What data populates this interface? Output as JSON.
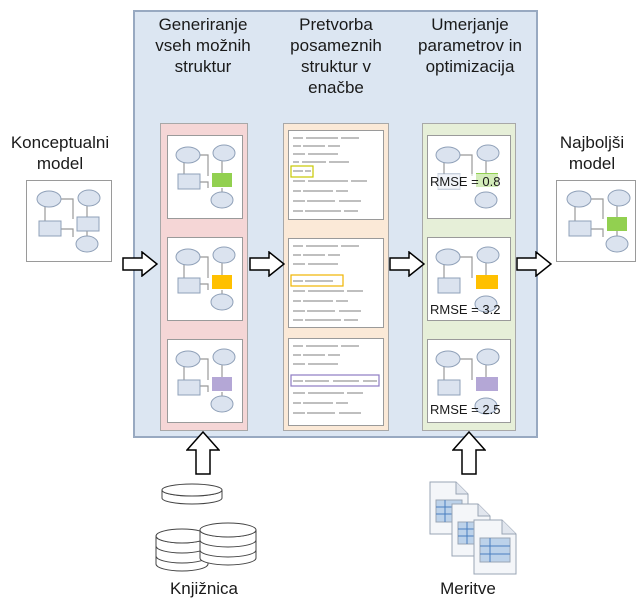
{
  "left": {
    "label_line1": "Konceptualni",
    "label_line2": "model"
  },
  "right": {
    "label_line1": "Najboljši",
    "label_line2": "model"
  },
  "columns": [
    {
      "l1": "Generiranje",
      "l2": "vseh možnih",
      "l3": "struktur"
    },
    {
      "l1": "Pretvorba",
      "l2": "posameznih",
      "l3": "struktur v",
      "l4": "enačbe"
    },
    {
      "l1": "Umerjanje",
      "l2": "parametrov in",
      "l3": "optimizacija"
    }
  ],
  "rmse": [
    "RMSE = 0.8",
    "RMSE = 3.2",
    "RMSE = 2.5"
  ],
  "bottom": {
    "library": "Knjižnica",
    "measurements": "Meritve"
  },
  "colors": {
    "green_block": "#92d050",
    "orange_block": "#ffc000",
    "purple_block": "#b4a7d6",
    "node_fill": "#dbe3ef"
  }
}
